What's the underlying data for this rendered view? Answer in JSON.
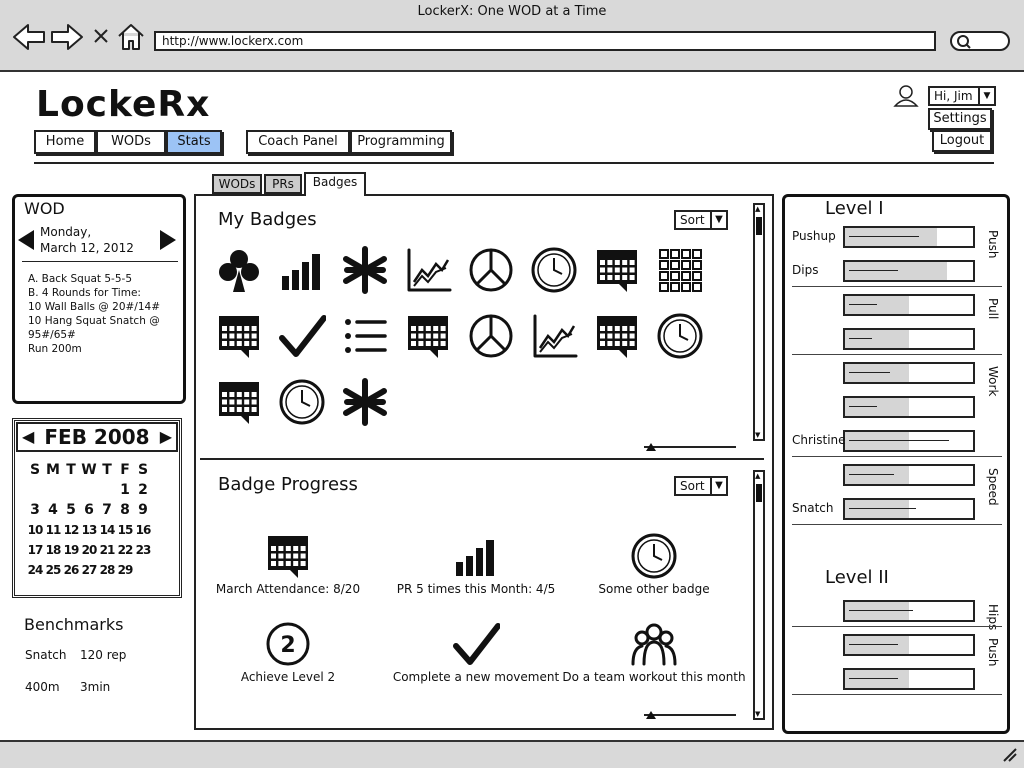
{
  "window": {
    "title": "LockerX: One WOD at a Time",
    "url": "http://www.lockerx.com"
  },
  "brand": "LockeRx",
  "nav": {
    "items": [
      {
        "label": "Home",
        "active": false
      },
      {
        "label": "WODs",
        "active": false
      },
      {
        "label": "Stats",
        "active": true
      },
      {
        "label": "Coach Panel",
        "active": false
      },
      {
        "label": "Programming",
        "active": false
      }
    ]
  },
  "user": {
    "greeting": "Hi, Jim",
    "settings": "Settings",
    "logout": "Logout"
  },
  "wod": {
    "title": "WOD",
    "day": "Monday,",
    "date": "March 12, 2012",
    "lines": [
      "A. Back Squat 5-5-5",
      "B. 4 Rounds for Time:",
      "10 Wall Balls @ 20#/14#",
      "10 Hang Squat Snatch @",
      "95#/65#",
      "Run 200m"
    ]
  },
  "calendar": {
    "month": "FEB 2008",
    "weekdays": [
      "S",
      "M",
      "T",
      "W",
      "T",
      "F",
      "S"
    ],
    "weeks": [
      [
        "",
        "",
        "",
        "",
        "",
        "1",
        "2"
      ],
      [
        "3",
        "4",
        "5",
        "6",
        "7",
        "8",
        "9"
      ],
      [
        "10",
        "11",
        "12",
        "13",
        "14",
        "15",
        "16"
      ],
      [
        "17",
        "18",
        "19",
        "20",
        "21",
        "22",
        "23"
      ],
      [
        "24",
        "25",
        "26",
        "27",
        "28",
        "29",
        ""
      ]
    ]
  },
  "benchmarks": {
    "title": "Benchmarks",
    "rows": [
      {
        "name": "Snatch",
        "value": "120 rep"
      },
      {
        "name": "400m",
        "value": "3min"
      }
    ]
  },
  "tabs": [
    {
      "label": "WODs",
      "active": false
    },
    {
      "label": "PRs",
      "active": false
    },
    {
      "label": "Badges",
      "active": true
    }
  ],
  "my_badges": {
    "title": "My Badges",
    "sort_label": "Sort",
    "icons": [
      "club-icon",
      "bars-icon",
      "asterisk-icon",
      "line-chart-icon",
      "pie-icon",
      "clock-icon",
      "calendar-icon",
      "grid-icon",
      "calendar-icon",
      "check-icon",
      "list-icon",
      "calendar-icon",
      "pie-icon",
      "line-chart-icon",
      "calendar-icon",
      "clock-icon",
      "calendar-icon",
      "clock-icon",
      "asterisk-icon"
    ]
  },
  "badge_progress": {
    "title": "Badge Progress",
    "sort_label": "Sort",
    "items": [
      {
        "icon": "calendar-icon",
        "label": "March Attendance: 8/20"
      },
      {
        "icon": "bars-icon",
        "label": "PR 5 times this Month: 4/5"
      },
      {
        "icon": "clock-icon",
        "label": "Some other badge"
      },
      {
        "icon": "level-2-icon",
        "label": "Achieve Level 2"
      },
      {
        "icon": "check-icon",
        "label": "Complete a new movement"
      },
      {
        "icon": "team-icon",
        "label": "Do a team workout this month"
      }
    ]
  },
  "levels": {
    "level1": "Level I",
    "level2": "Level II",
    "groups": [
      {
        "name": "Push",
        "bars": [
          {
            "label": "Pushup",
            "fill": 0.72,
            "line": 0.55
          },
          {
            "label": "Dips",
            "fill": 0.8,
            "line": 0.38
          }
        ]
      },
      {
        "name": "Pull",
        "bars": [
          {
            "label": "",
            "fill": 0.5,
            "line": 0.22
          },
          {
            "label": "",
            "fill": 0.5,
            "line": 0.18
          }
        ]
      },
      {
        "name": "Work",
        "bars": [
          {
            "label": "",
            "fill": 0.5,
            "line": 0.32
          },
          {
            "label": "",
            "fill": 0.5,
            "line": 0.22
          },
          {
            "label": "Christine",
            "fill": 0.5,
            "line": 0.78
          }
        ]
      },
      {
        "name": "Speed",
        "bars": [
          {
            "label": "",
            "fill": 0.5,
            "line": 0.35
          },
          {
            "label": "Snatch",
            "fill": 0.5,
            "line": 0.52
          }
        ]
      }
    ],
    "groups2": [
      {
        "name": "Hips",
        "bars": [
          {
            "label": "",
            "fill": 0.5,
            "line": 0.5
          }
        ]
      },
      {
        "name": "Push",
        "bars": [
          {
            "label": "",
            "fill": 0.5,
            "line": 0.38
          },
          {
            "label": "",
            "fill": 0.5,
            "line": 0.38
          }
        ]
      }
    ]
  }
}
